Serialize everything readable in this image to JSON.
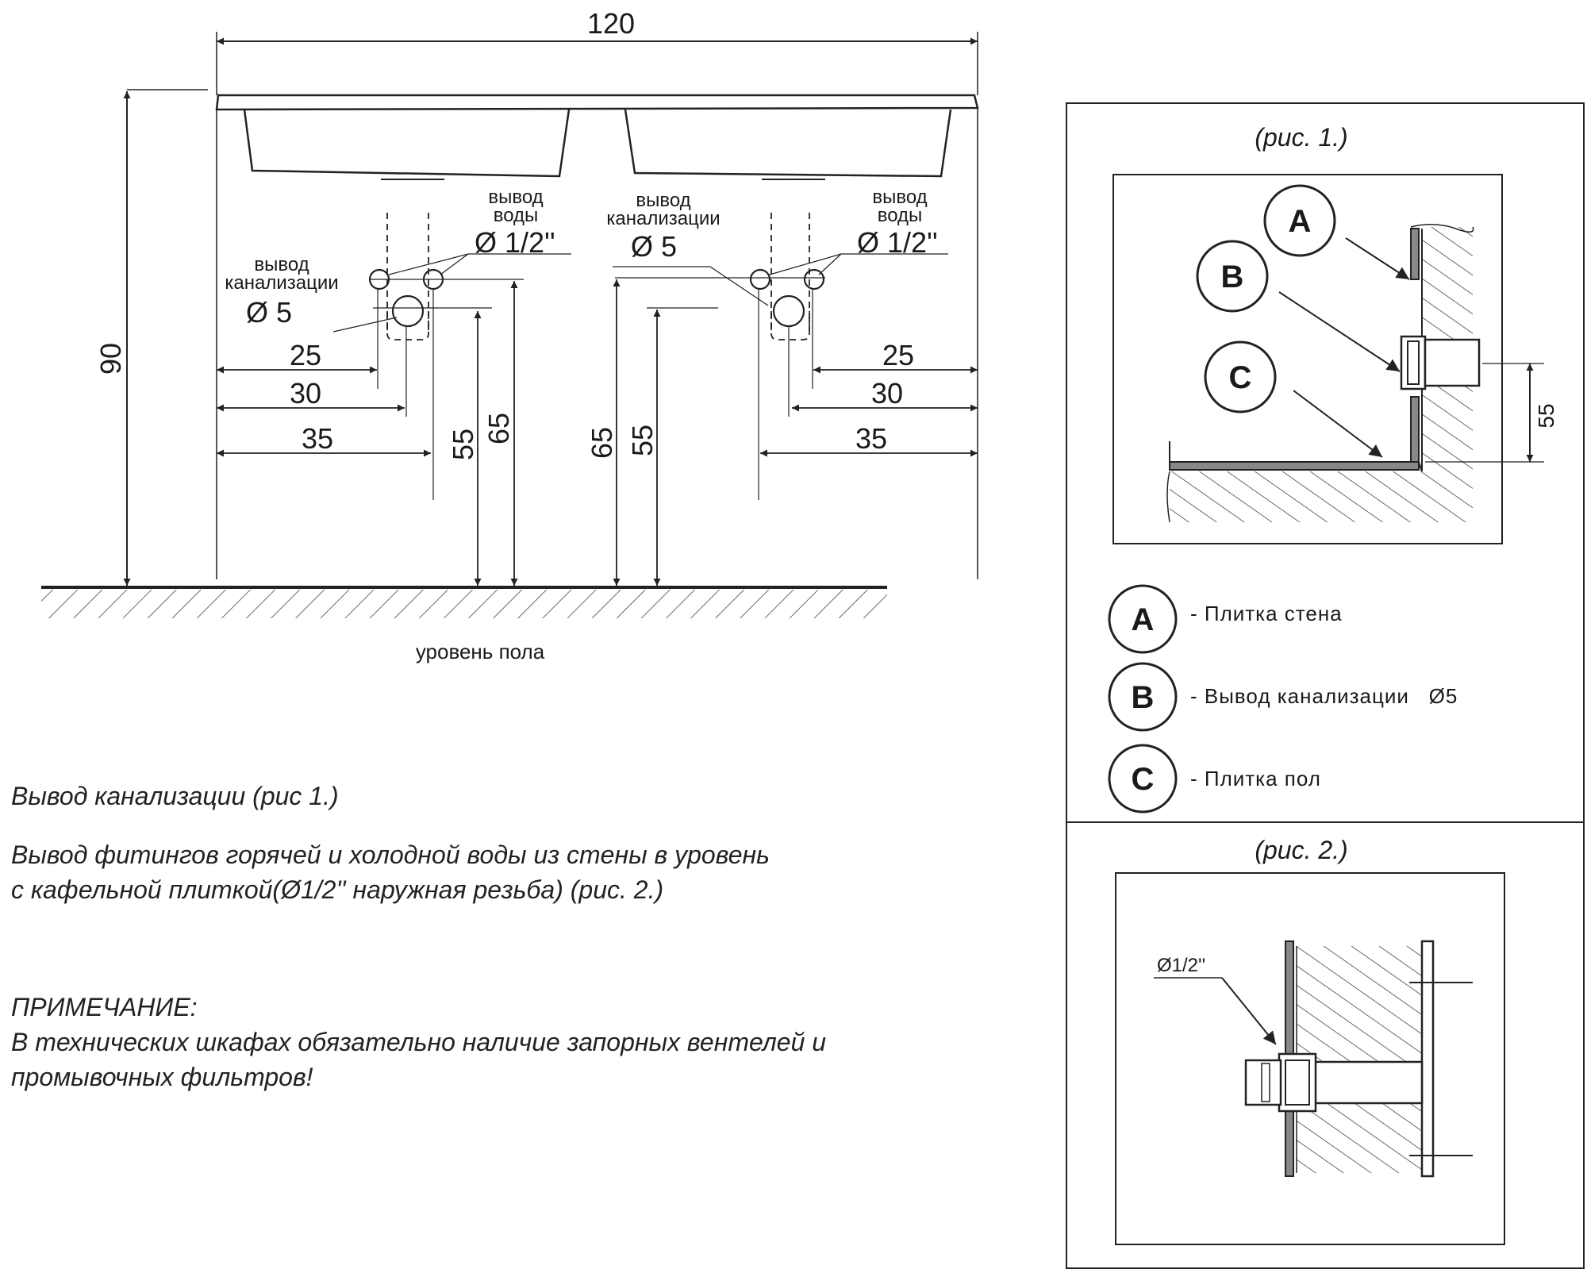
{
  "main_drawing": {
    "overall_width": "120",
    "overall_height": "90",
    "floor_label": "уровень пола",
    "left": {
      "water_label_1": "вывод",
      "water_label_2": "воды",
      "water_dia": "Ø 1/2''",
      "drain_label_1": "вывод",
      "drain_label_2": "канализации",
      "drain_dia": "Ø 5",
      "dim_25": "25",
      "dim_30": "30",
      "dim_35": "35",
      "dim_55": "55",
      "dim_65": "65"
    },
    "right": {
      "drain_label_1": "вывод",
      "drain_label_2": "канализации",
      "drain_dia": "Ø 5",
      "water_label_1": "вывод",
      "water_label_2": "воды",
      "water_dia": "Ø 1/2''",
      "dim_25": "25",
      "dim_30": "30",
      "dim_35": "35",
      "dim_65": "65",
      "dim_55": "55"
    }
  },
  "fig1": {
    "title": "(рис. 1.)",
    "dim_55": "55",
    "markers": {
      "a": "A",
      "b": "B",
      "c": "C"
    },
    "legend": [
      {
        "letter": "A",
        "text": "- Плитка стена"
      },
      {
        "letter": "B",
        "text": "- Вывод канализации   Ø5"
      },
      {
        "letter": "C",
        "text": "- Плитка пол"
      }
    ]
  },
  "fig2": {
    "title": "(рис. 2.)",
    "pipe_label": "Ø1/2''"
  },
  "notes": {
    "line1": "Вывод канализации (рис 1.)",
    "line2": "Вывод фитингов горячей и холодной воды из стены в уровень",
    "line3": "с кафельной плиткой(Ø1/2'' наружная резьба) (рис. 2.)",
    "line4": "ПРИМЕЧАНИЕ:",
    "line5": "В технических шкафах обязательно наличие запорных вентелей и",
    "line6": "промывочных фильтров!"
  }
}
